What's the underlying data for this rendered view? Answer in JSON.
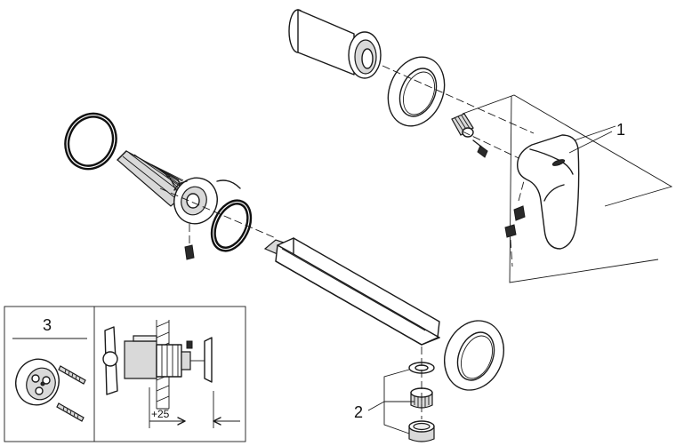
{
  "callouts": {
    "one": "1",
    "two": "2",
    "three": "3"
  },
  "inset": {
    "dimension": "+25"
  },
  "colors": {
    "line": "#1a1a1a",
    "grey": "#d9d9d9",
    "background": "#ffffff"
  }
}
